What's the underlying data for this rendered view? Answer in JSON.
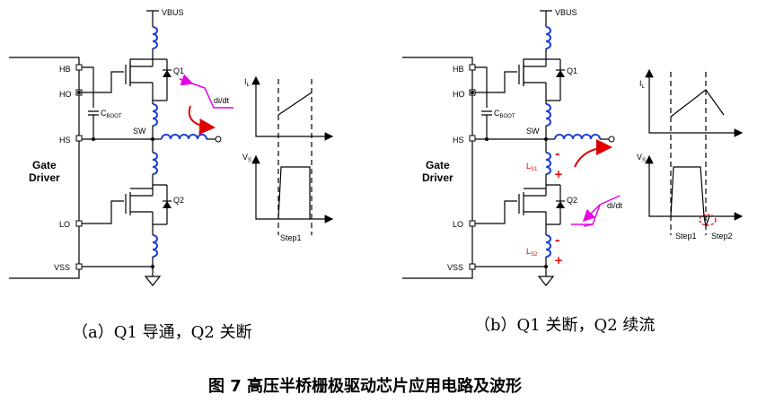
{
  "panel_a": {
    "vbus": "VBUS",
    "pins": [
      "HB",
      "HO",
      "HS",
      "LO",
      "VSS"
    ],
    "q1": "Q1",
    "q2": "Q2",
    "cboot_main": "C",
    "cboot_sub": "BOOT",
    "sw": "SW",
    "driver_line1": "Gate",
    "driver_line2": "Driver",
    "didt": "di/dt",
    "il_main": "I",
    "il_sub": "L",
    "vs_main": "V",
    "vs_sub": "S",
    "step1": "Step1",
    "caption": "（a）Q1 导通，Q2 关断"
  },
  "panel_b": {
    "vbus": "VBUS",
    "pins": [
      "HB",
      "HO",
      "HS",
      "LO",
      "VSS"
    ],
    "q1": "Q1",
    "q2": "Q2",
    "cboot_main": "C",
    "cboot_sub": "BOOT",
    "sw": "SW",
    "driver_line1": "Gate",
    "driver_line2": "Driver",
    "didt": "di/dt",
    "ls1_main": "L",
    "ls1_sub": "S1",
    "ls2_main": "L",
    "ls2_sub": "S2",
    "minus": "-",
    "plus": "+",
    "il_main": "I",
    "il_sub": "L",
    "vs_main": "V",
    "vs_sub": "S",
    "step1": "Step1",
    "step2": "Step2",
    "caption": "（b）Q1 关断，Q2 续流"
  },
  "figure_title": "图 7  高压半桥栅极驱动芯片应用电路及波形",
  "colors": {
    "coil": "#1e3fd8",
    "current_arrow": "#e00000",
    "didt": "#e800e8",
    "lsl": "#e00000"
  }
}
